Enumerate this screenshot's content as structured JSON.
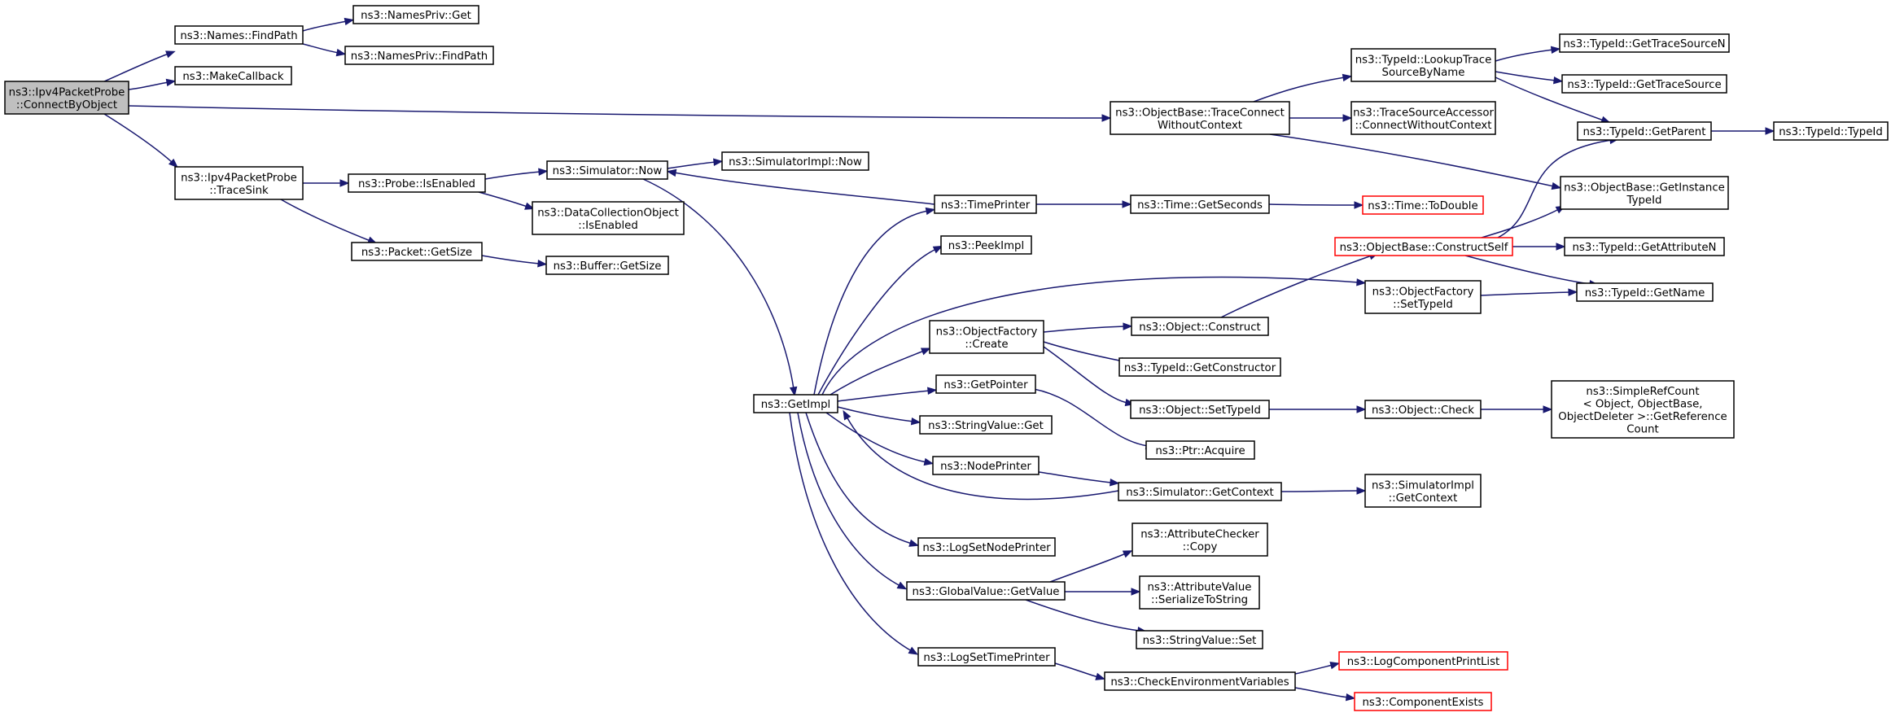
{
  "colors": {
    "edge": "#191970",
    "node_border": "#000000",
    "node_border_truncated": "#ff0000",
    "node_fill": "#ffffff",
    "root_fill": "#bfbfbf",
    "background": "#ffffff"
  },
  "nodes": {
    "root": {
      "lines": [
        "ns3::Ipv4PacketProbe",
        "::ConnectByObject"
      ],
      "root": true
    },
    "names_findpath": {
      "lines": [
        "ns3::Names::FindPath"
      ]
    },
    "namespriv_get": {
      "lines": [
        "ns3::NamesPriv::Get"
      ]
    },
    "namespriv_findpath": {
      "lines": [
        "ns3::NamesPriv::FindPath"
      ]
    },
    "makecallback": {
      "lines": [
        "ns3::MakeCallback"
      ]
    },
    "tracesink": {
      "lines": [
        "ns3::Ipv4PacketProbe",
        "::TraceSink"
      ]
    },
    "probe_isenabled": {
      "lines": [
        "ns3::Probe::IsEnabled"
      ]
    },
    "simulator_now": {
      "lines": [
        "ns3::Simulator::Now"
      ]
    },
    "simulatorimpl_now": {
      "lines": [
        "ns3::SimulatorImpl::Now"
      ]
    },
    "datacollection_isenabled": {
      "lines": [
        "ns3::DataCollectionObject",
        "::IsEnabled"
      ]
    },
    "packet_getsize": {
      "lines": [
        "ns3::Packet::GetSize"
      ]
    },
    "buffer_getsize": {
      "lines": [
        "ns3::Buffer::GetSize"
      ]
    },
    "getimpl": {
      "lines": [
        "ns3::GetImpl"
      ]
    },
    "timeprinter": {
      "lines": [
        "ns3::TimePrinter"
      ]
    },
    "peekimpl": {
      "lines": [
        "ns3::PeekImpl"
      ]
    },
    "objectfactory_create": {
      "lines": [
        "ns3::ObjectFactory",
        "::Create"
      ]
    },
    "getpointer": {
      "lines": [
        "ns3::GetPointer"
      ]
    },
    "stringvalue_get": {
      "lines": [
        "ns3::StringValue::Get"
      ]
    },
    "nodeprinter": {
      "lines": [
        "ns3::NodePrinter"
      ]
    },
    "logsetnodeprinter": {
      "lines": [
        "ns3::LogSetNodePrinter"
      ]
    },
    "globalvalue_getvalue": {
      "lines": [
        "ns3::GlobalValue::GetValue"
      ]
    },
    "logsettimeprinter": {
      "lines": [
        "ns3::LogSetTimePrinter"
      ]
    },
    "traceconnect": {
      "lines": [
        "ns3::ObjectBase::TraceConnect",
        "WithoutContext"
      ]
    },
    "lookuptrace": {
      "lines": [
        "ns3::TypeId::LookupTrace",
        "SourceByName"
      ]
    },
    "tsa_connect": {
      "lines": [
        "ns3::TraceSourceAccessor",
        "::ConnectWithoutContext"
      ]
    },
    "gettracesourcen": {
      "lines": [
        "ns3::TypeId::GetTraceSourceN"
      ]
    },
    "gettracesource": {
      "lines": [
        "ns3::TypeId::GetTraceSource"
      ]
    },
    "getparent": {
      "lines": [
        "ns3::TypeId::GetParent"
      ]
    },
    "typeid_typeid": {
      "lines": [
        "ns3::TypeId::TypeId"
      ]
    },
    "getinstancetypeid": {
      "lines": [
        "ns3::ObjectBase::GetInstance",
        "TypeId"
      ]
    },
    "time_getseconds": {
      "lines": [
        "ns3::Time::GetSeconds"
      ]
    },
    "time_todouble": {
      "lines": [
        "ns3::Time::ToDouble"
      ],
      "truncated": true
    },
    "constructself": {
      "lines": [
        "ns3::ObjectBase::ConstructSelf"
      ],
      "truncated": true
    },
    "getattributen": {
      "lines": [
        "ns3::TypeId::GetAttributeN"
      ]
    },
    "settypeid_factory": {
      "lines": [
        "ns3::ObjectFactory",
        "::SetTypeId"
      ]
    },
    "typeid_getname": {
      "lines": [
        "ns3::TypeId::GetName"
      ]
    },
    "object_construct": {
      "lines": [
        "ns3::Object::Construct"
      ]
    },
    "getconstructor": {
      "lines": [
        "ns3::TypeId::GetConstructor"
      ]
    },
    "object_settypeid": {
      "lines": [
        "ns3::Object::SetTypeId"
      ]
    },
    "object_check": {
      "lines": [
        "ns3::Object::Check"
      ]
    },
    "simplerefcount": {
      "lines": [
        "ns3::SimpleRefCount",
        "< Object, ObjectBase,",
        " ObjectDeleter >::GetReference",
        "Count"
      ]
    },
    "ptr_acquire": {
      "lines": [
        "ns3::Ptr::Acquire"
      ]
    },
    "simulator_getcontext": {
      "lines": [
        "ns3::Simulator::GetContext"
      ]
    },
    "simulatorimpl_getcontext": {
      "lines": [
        "ns3::SimulatorImpl",
        "::GetContext"
      ]
    },
    "attributechecker_copy": {
      "lines": [
        "ns3::AttributeChecker",
        "::Copy"
      ]
    },
    "attributevalue_serialize": {
      "lines": [
        "ns3::AttributeValue",
        "::SerializeToString"
      ]
    },
    "stringvalue_set": {
      "lines": [
        "ns3::StringValue::Set"
      ]
    },
    "checkenv": {
      "lines": [
        "ns3::CheckEnvironmentVariables"
      ]
    },
    "logcomponentprintlist": {
      "lines": [
        "ns3::LogComponentPrintList"
      ],
      "truncated": true
    },
    "componentexists": {
      "lines": [
        "ns3::ComponentExists"
      ],
      "truncated": true
    }
  }
}
